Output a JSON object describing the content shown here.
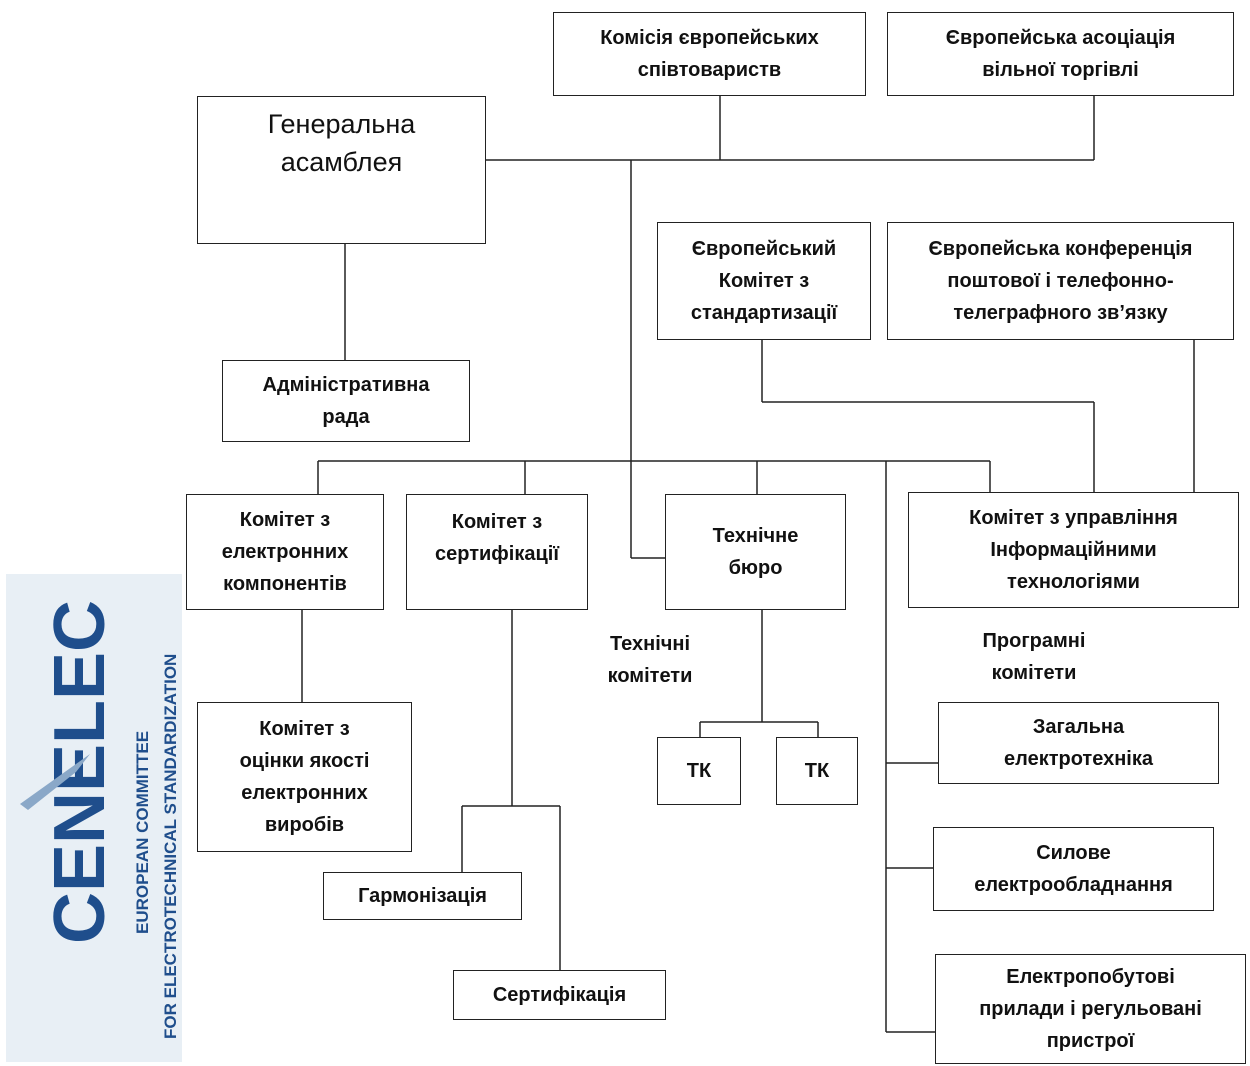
{
  "boxes": {
    "commission": "Комісія європейських\nспівтовариств",
    "efta": "Європейська асоціація\nвільної торгівлі",
    "general_assembly": "Генеральна\nасамблея",
    "cen": "Європейський\nКомітет з\nстандартизації",
    "cept": "Європейська конференція\nпоштової і телефонно-\nтелеграфного зв’язку",
    "admin_board": "Адміністративна\nрада",
    "electronic_components": "Комітет з\nелектронних\nкомпонентів",
    "certification_committee": "Комітет з\nсертифікації",
    "technical_bureau": "Технічне\nбюро",
    "it_committee": "Комітет з управління\nІнформаційними\nтехнологіями",
    "quality_assessment": "Комітет з\nоцінки якості\nелектронних\nвиробів",
    "tk1": "ТК",
    "tk2": "ТК",
    "general_electrotech": "Загальна\nелектротехніка",
    "power_equipment": "Силове\nелектрообладнання",
    "household_appliances": "Електропобутові\nприлади і регульовані\nпристрої",
    "harmonization": "Гармонізація",
    "certification": "Сертифікація"
  },
  "labels": {
    "technical_committees": "Технічні\nкомітети",
    "program_committees": "Програмні\nкомітети"
  },
  "logo": {
    "name": "CENELEC",
    "line1": "EUROPEAN COMMITTEE",
    "line2": "FOR ELECTROTECHNICAL STANDARDIZATION"
  },
  "colors": {
    "logo_text": "#1f4e8c",
    "logo_bg": "#e8eff5"
  }
}
